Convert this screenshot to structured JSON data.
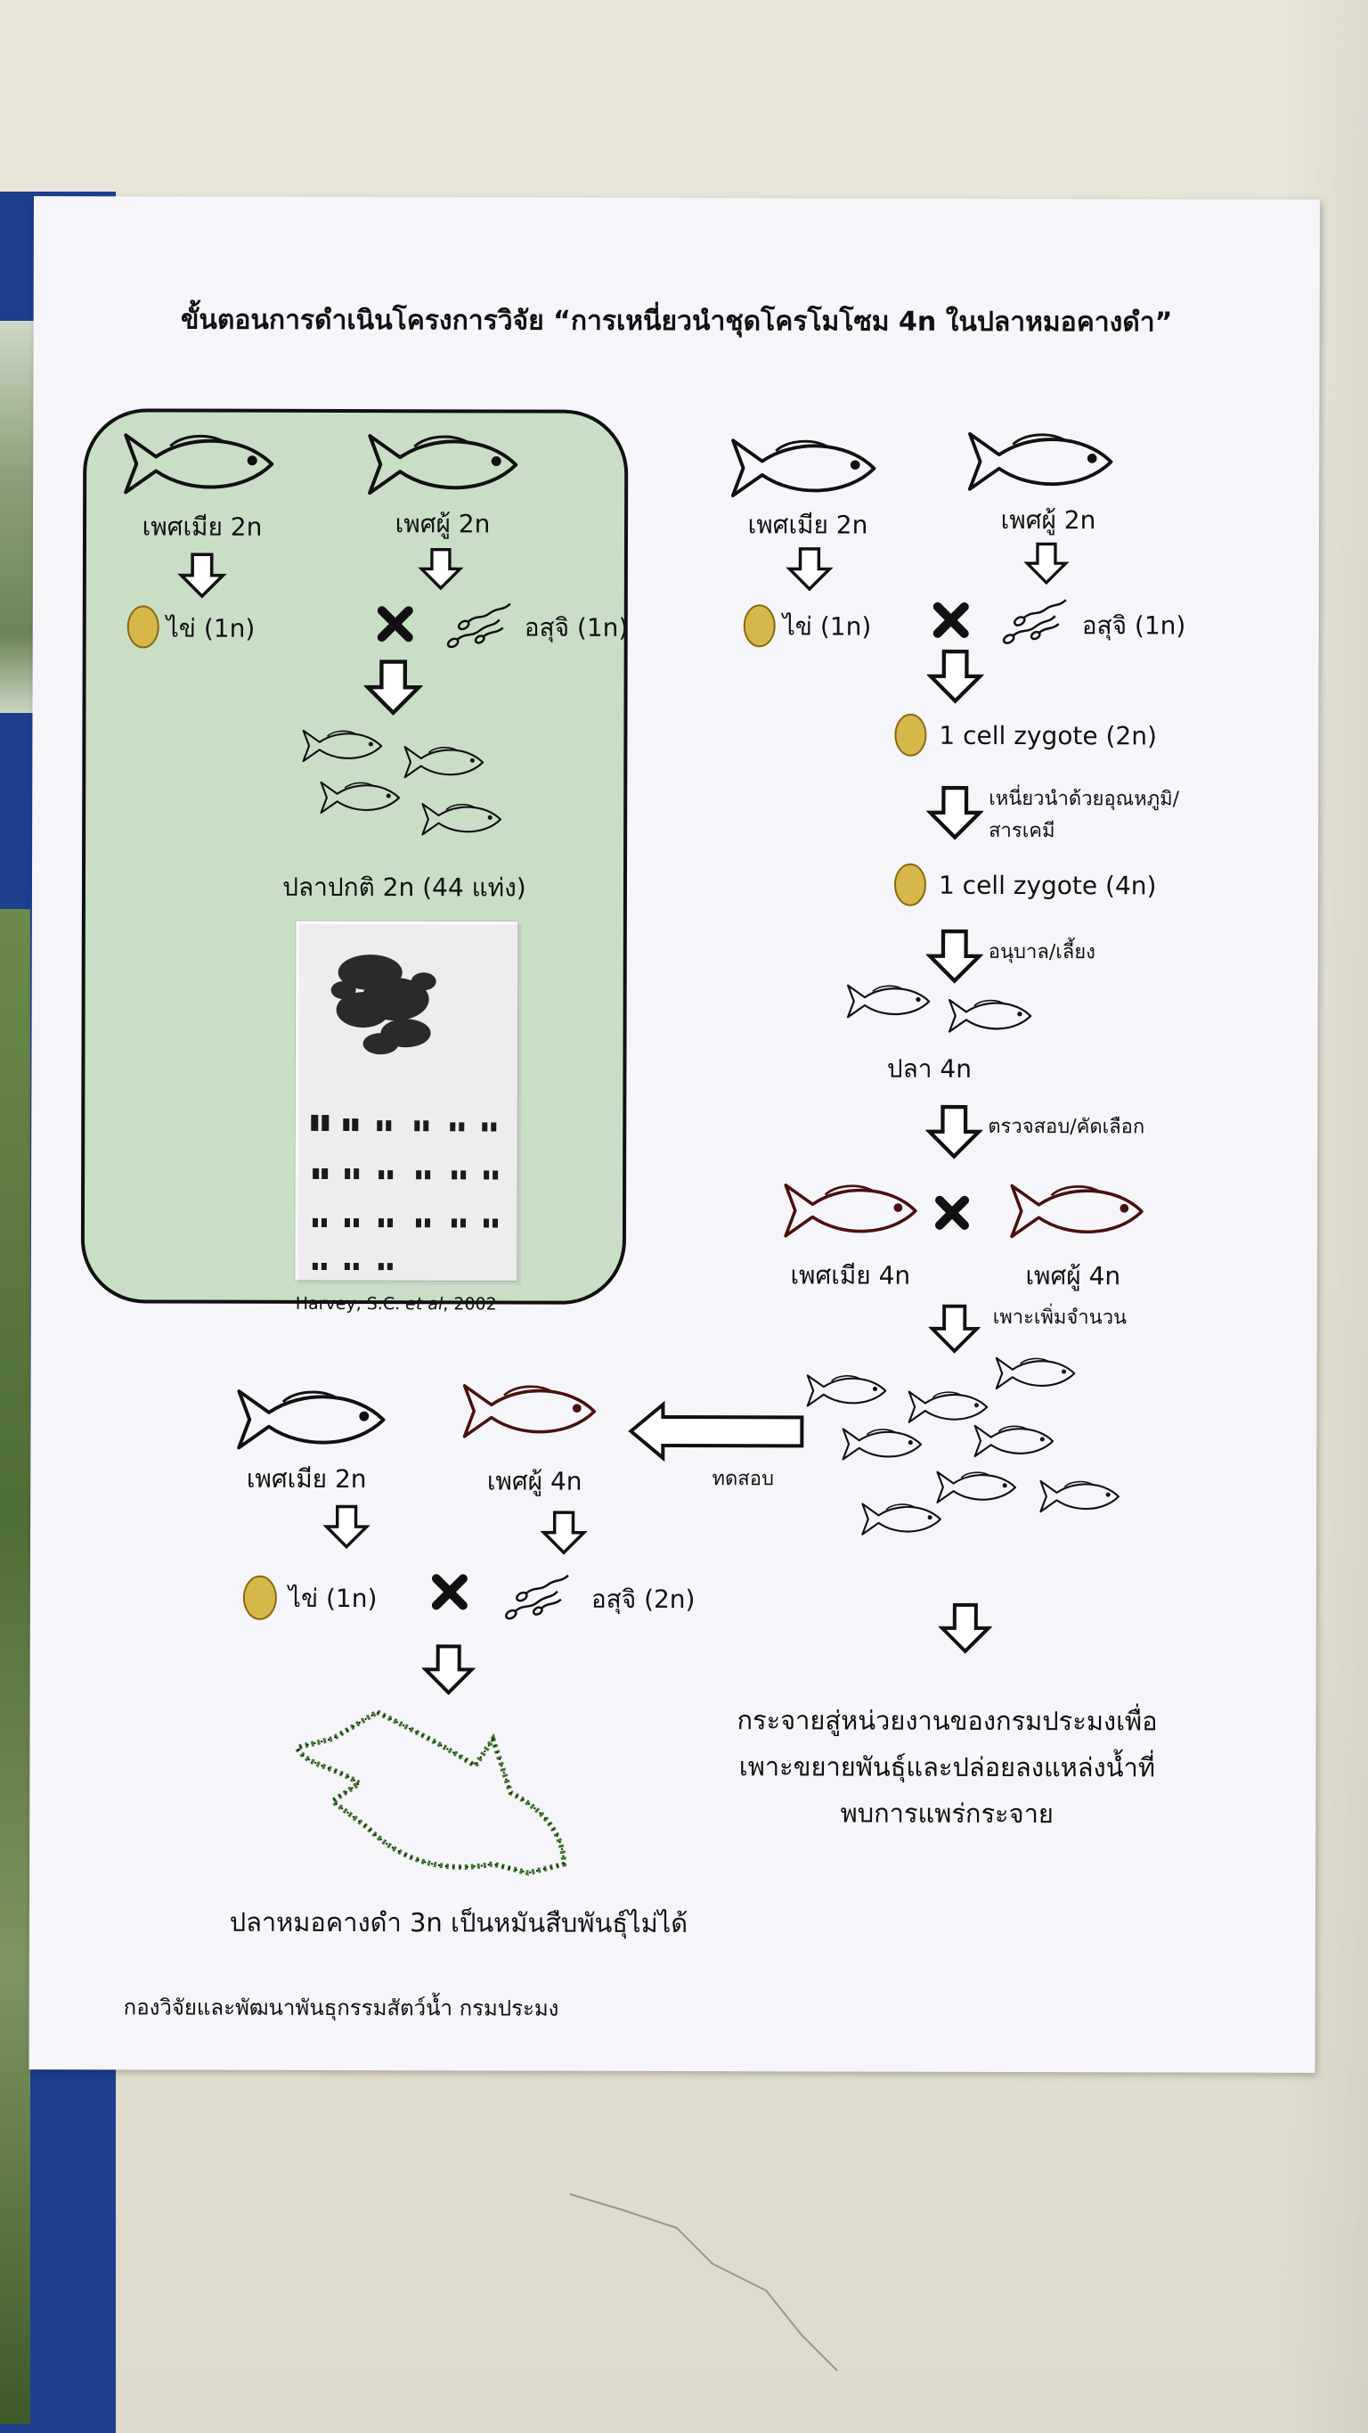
{
  "poster": {
    "title": "ขั้นตอนการดำเนินโครงการวิจัย “การเหนี่ยวนำชุดโครโมโซม 4n ในปลาหมอคางดำ”",
    "footer": "กองวิจัยและพัฒนาพันธุกรรมสัตว์น้ำ กรมประมง"
  },
  "left_panel": {
    "female": "เพศเมีย 2n",
    "male": "เพศผู้ 2n",
    "egg": "ไข่ (1n)",
    "sperm": "อสุจิ (1n)",
    "result": "ปลาปกติ 2n (44 แท่ง)",
    "citation_prefix": "Harvey, S.C. ",
    "citation_italic": "et al",
    "citation_suffix": ", 2002",
    "background_color": "#c8dfc6"
  },
  "right_flow": {
    "female": "เพศเมีย 2n",
    "male": "เพศผู้ 2n",
    "egg": "ไข่ (1n)",
    "sperm": "อสุจิ (1n)",
    "zygote_2n": "1 cell zygote (2n)",
    "induce_line1": "เหนี่ยวนำด้วยอุณหภูมิ/",
    "induce_line2": "สารเคมี",
    "zygote_4n": "1 cell zygote (4n)",
    "nurse": "อนุบาล/เลี้ยง",
    "fish_4n": "ปลา 4n",
    "check": "ตรวจสอบ/คัดเลือก",
    "female_4n": "เพศเมีย 4n",
    "male_4n": "เพศผู้ 4n",
    "breed": "เพาะเพิ่มจำนวน",
    "test": "ทดสอบ",
    "dist_line1": "กระจายสู่หน่วยงานของกรมประมงเพื่อ",
    "dist_line2": "เพาะขยายพันธุ์และปล่อยลงแหล่งน้ำที่",
    "dist_line3": "พบการแพร่กระจาย"
  },
  "bottom_flow": {
    "female": "เพศเมีย 2n",
    "male": "เพศผู้ 4n",
    "egg": "ไข่ (1n)",
    "sperm": "อสุจิ (2n)",
    "result": "ปลาหมอคางดำ 3n เป็นหมันสืบพันธุ์ไม่ได้"
  },
  "icons": [
    "fish-icon",
    "egg-icon",
    "cross-icon",
    "sperm-icon",
    "arrow-down-icon",
    "arrow-left-icon",
    "triploid-fish-icon"
  ],
  "colors": {
    "panel_green": "#c8dfc6",
    "egg_gold": "#d6b84a",
    "triploid_outline": "#3f7a2e",
    "male_4n_outline": "#4a1010",
    "window_frame": "#1d3f8e"
  }
}
